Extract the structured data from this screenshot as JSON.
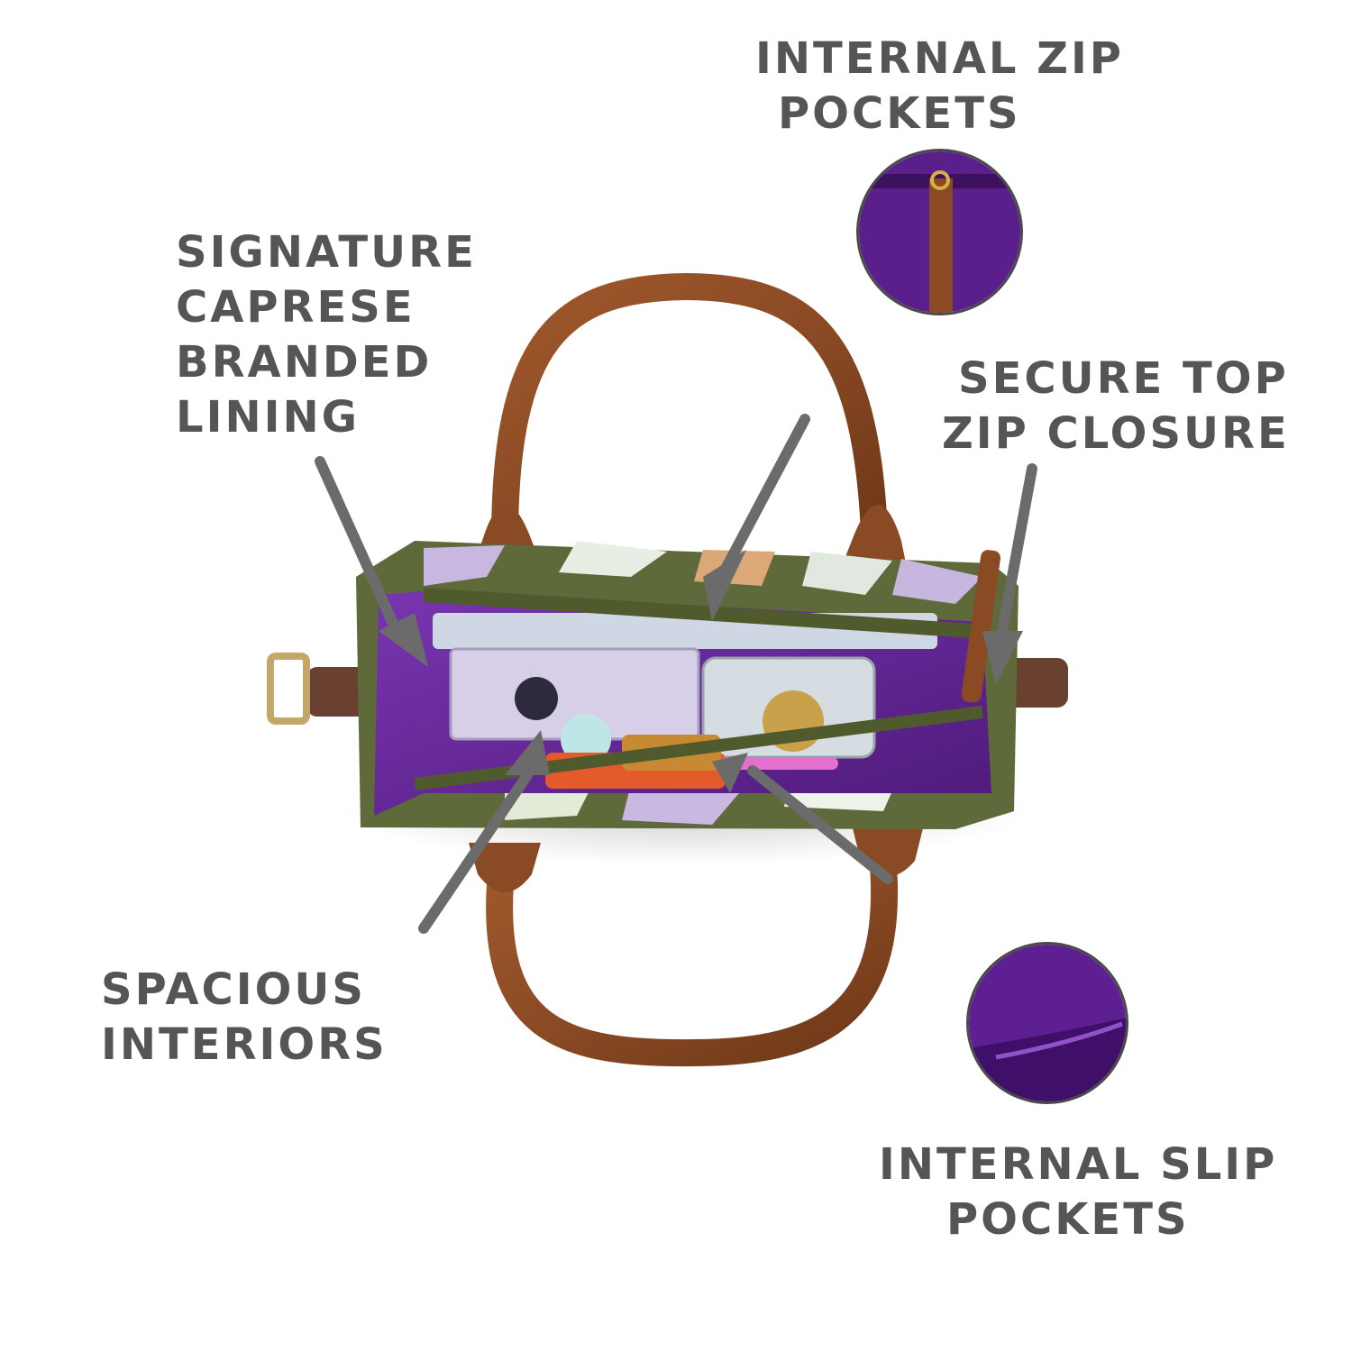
{
  "labels": {
    "internal_zip": [
      "INTERNAL ZIP",
      "POCKETS"
    ],
    "signature": [
      "SIGNATURE",
      "CAPRESE",
      "BRANDED",
      "LINING"
    ],
    "secure_top": [
      "SECURE TOP",
      "ZIP CLOSURE"
    ],
    "spacious": [
      "SPACIOUS",
      "INTERIORS"
    ],
    "internal_slip": [
      "INTERNAL SLIP",
      "POCKETS"
    ]
  },
  "colors": {
    "text": "#555555",
    "arrow": "#6b6b6b",
    "lining_purple": "#6a2a9a",
    "leather_brown": "#8a4a24",
    "fabric_olive": "#5e6a3a"
  }
}
